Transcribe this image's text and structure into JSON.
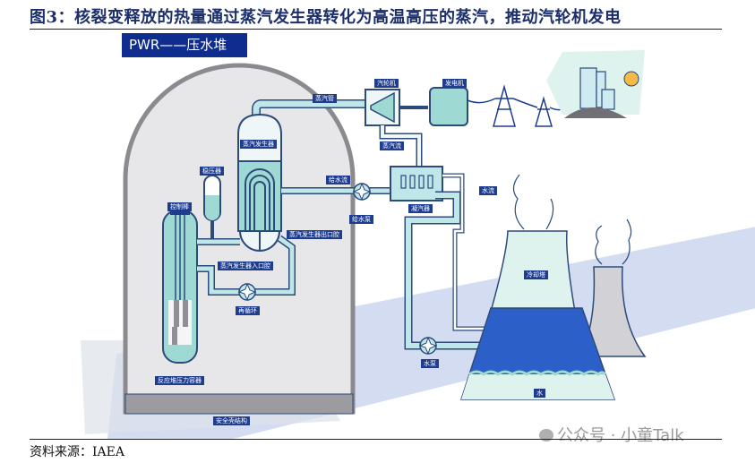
{
  "figure": {
    "title": "图3：核裂变释放的热量通过蒸汽发生器转化为高温高压的蒸汽，推动汽轮机发电",
    "banner": "PWR——压水堆",
    "source": "资料来源：IAEA",
    "watermark": "公众号 · 小童Talk"
  },
  "labels": {
    "steam_pipe": "蒸汽管",
    "turbine": "汽轮机",
    "generator": "发电机",
    "steam_flow": "蒸汽流",
    "steam_generator": "蒸汽发生器",
    "pressurizer": "稳压器",
    "control_rods": "控制棒",
    "feedwater_flow": "给水流",
    "feedwater_pump": "给水泵",
    "condenser": "凝汽器",
    "water_flow": "水流",
    "sg_outlet": "蒸汽发生器出口腔",
    "sg_inlet": "蒸汽发生器入口腔",
    "recirculation": "再循环",
    "cooling_tower": "冷却塔",
    "water_pump": "水泵",
    "water": "水",
    "reactor_vessel": "反应堆压力容器",
    "containment": "安全壳结构"
  },
  "colors": {
    "navy": "#1f3d8f",
    "banner": "#0f2d8f",
    "pipe": "#bfe6e8",
    "pipe_edge": "#2c4a7a",
    "coolant": "#9ed9d3",
    "deep_water": "#2d5fc8",
    "city_bg": "#dff3ee",
    "sun": "#f6b94a"
  }
}
